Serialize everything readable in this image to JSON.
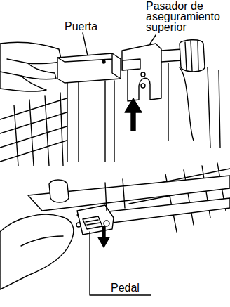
{
  "diagram": {
    "labels": [
      "Puerta",
      "Pasador de aseguramiento superior",
      "Pedal"
    ]
  }
}
